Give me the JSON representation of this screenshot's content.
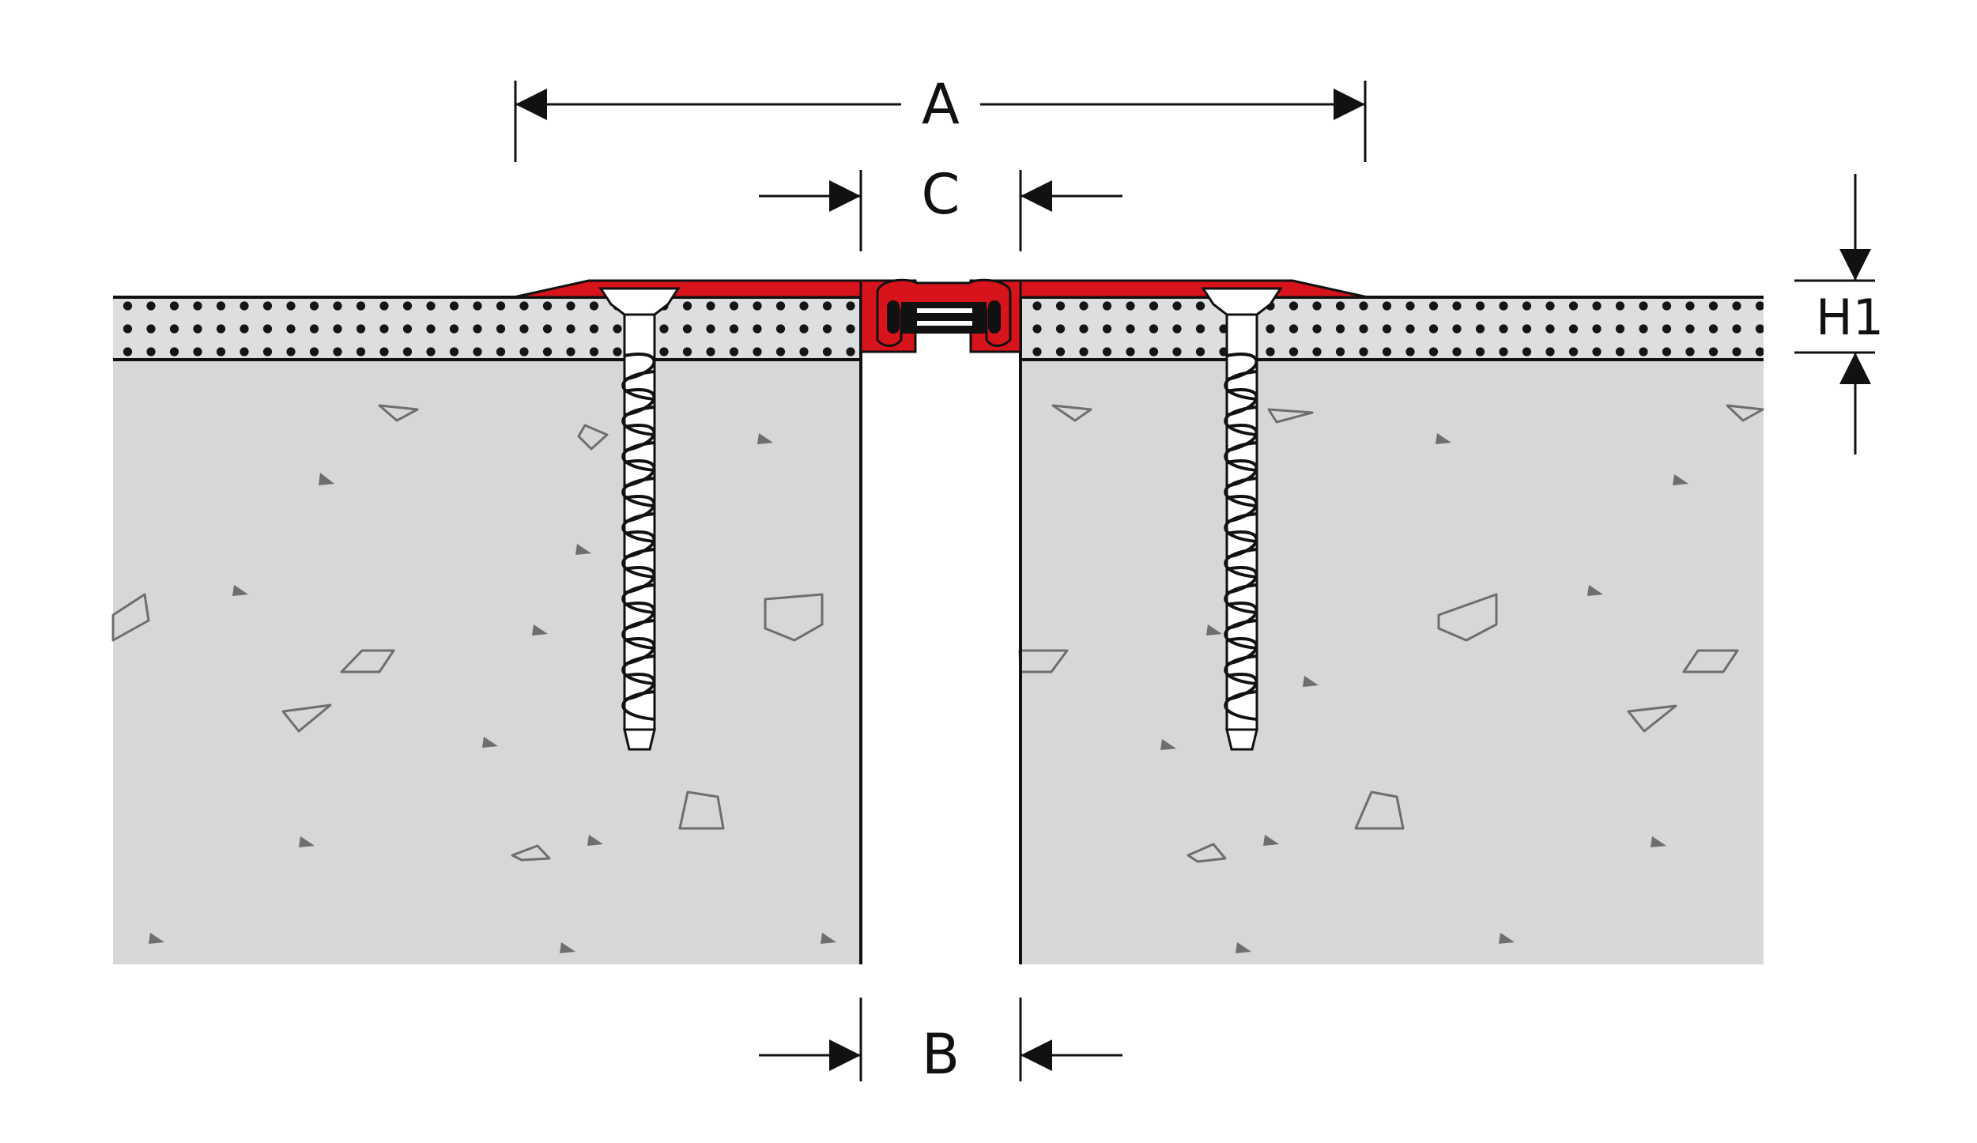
{
  "dimensions": {
    "A": "A",
    "B": "B",
    "C": "C",
    "H1": "H1"
  },
  "colors": {
    "background": "#ffffff",
    "concrete": "#d5d7d8",
    "screed": "#dcdedf",
    "profile": "#d7131b",
    "line": "#111111",
    "screw": "#ffffff"
  }
}
